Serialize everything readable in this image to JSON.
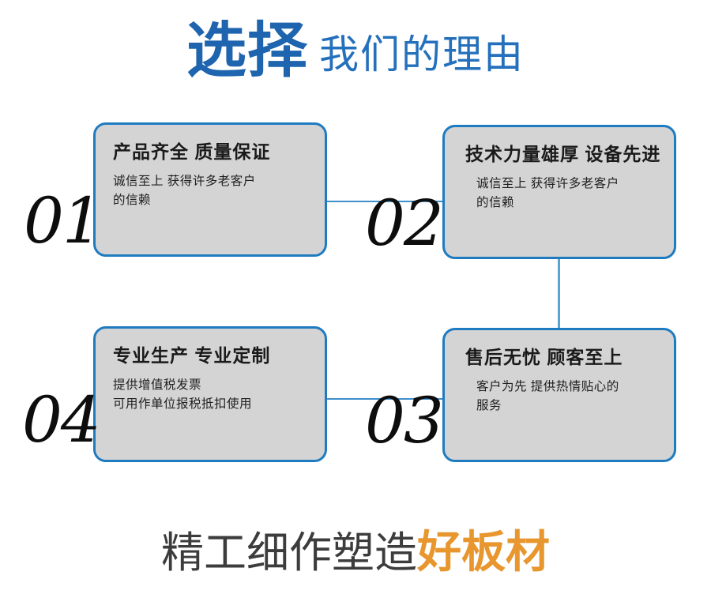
{
  "header": {
    "strong": "选择",
    "light": "我们的理由"
  },
  "colors": {
    "header_strong": "#1E64AE",
    "header_light": "#2470BC",
    "card_border": "#1F7BC0",
    "card_fill": "#D4D4D4",
    "connector": "#3E8FCB",
    "numeral": "#0D0D0D",
    "footer_dark": "#3C3C3C",
    "footer_accent": "#E8962E"
  },
  "cards": [
    {
      "number": "01",
      "title": "产品齐全 质量保证",
      "lines": [
        "诚信至上 获得许多老客户",
        "的信赖"
      ]
    },
    {
      "number": "02",
      "title": "技术力量雄厚 设备先进",
      "lines": [
        "诚信至上 获得许多老客户",
        "的信赖"
      ]
    },
    {
      "number": "03",
      "title": "售后无忧 顾客至上",
      "lines": [
        "客户为先 提供热情贴心的",
        "服务"
      ]
    },
    {
      "number": "04",
      "title": "专业生产 专业定制",
      "lines": [
        "提供增值税发票",
        "可用作单位报税抵扣使用"
      ]
    }
  ],
  "footer": {
    "dark": "精工细作塑造",
    "accent": "好板材"
  }
}
